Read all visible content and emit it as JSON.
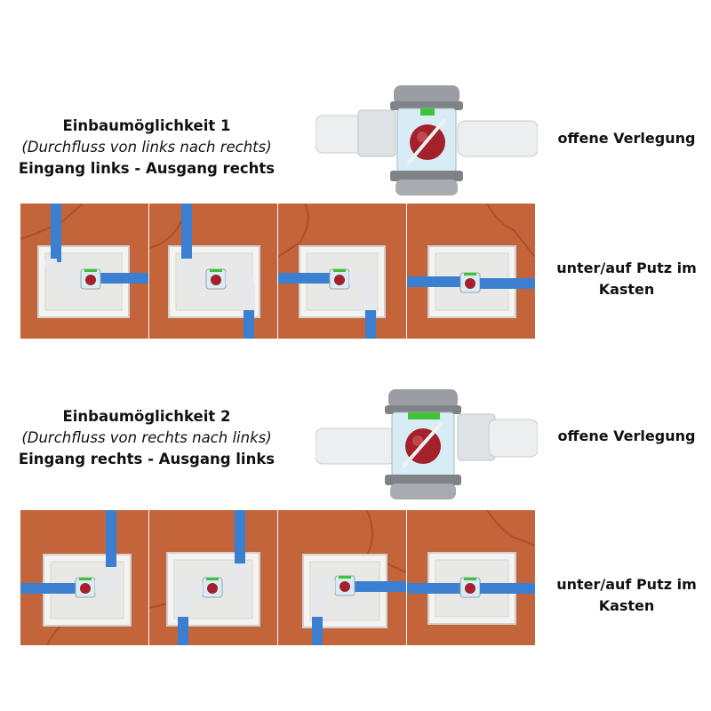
{
  "sections": [
    {
      "title": "Einbaumöglichkeit 1",
      "subtitle": "(Durchfluss von links nach rechts)",
      "io": "Eingang links - Ausgang rechts",
      "open_label": "offene Verlegung",
      "box_label_line1": "unter/auf Putz im",
      "box_label_line2": "Kasten"
    },
    {
      "title": "Einbaumöglichkeit 2",
      "subtitle": "(Durchfluss von rechts nach links)",
      "io": "Eingang rechts - Ausgang links",
      "open_label": "offene Verlegung",
      "box_label_line1": "unter/auf Putz im",
      "box_label_line2": "Kasten"
    }
  ],
  "colors": {
    "wall": "#c4643a",
    "pipe_blue": "#3a7fd0",
    "pipe_white": "#e6e8eb",
    "ball_red": "#a3212a",
    "cap_grey": "#8f9398",
    "level_green": "#3fc23a"
  }
}
